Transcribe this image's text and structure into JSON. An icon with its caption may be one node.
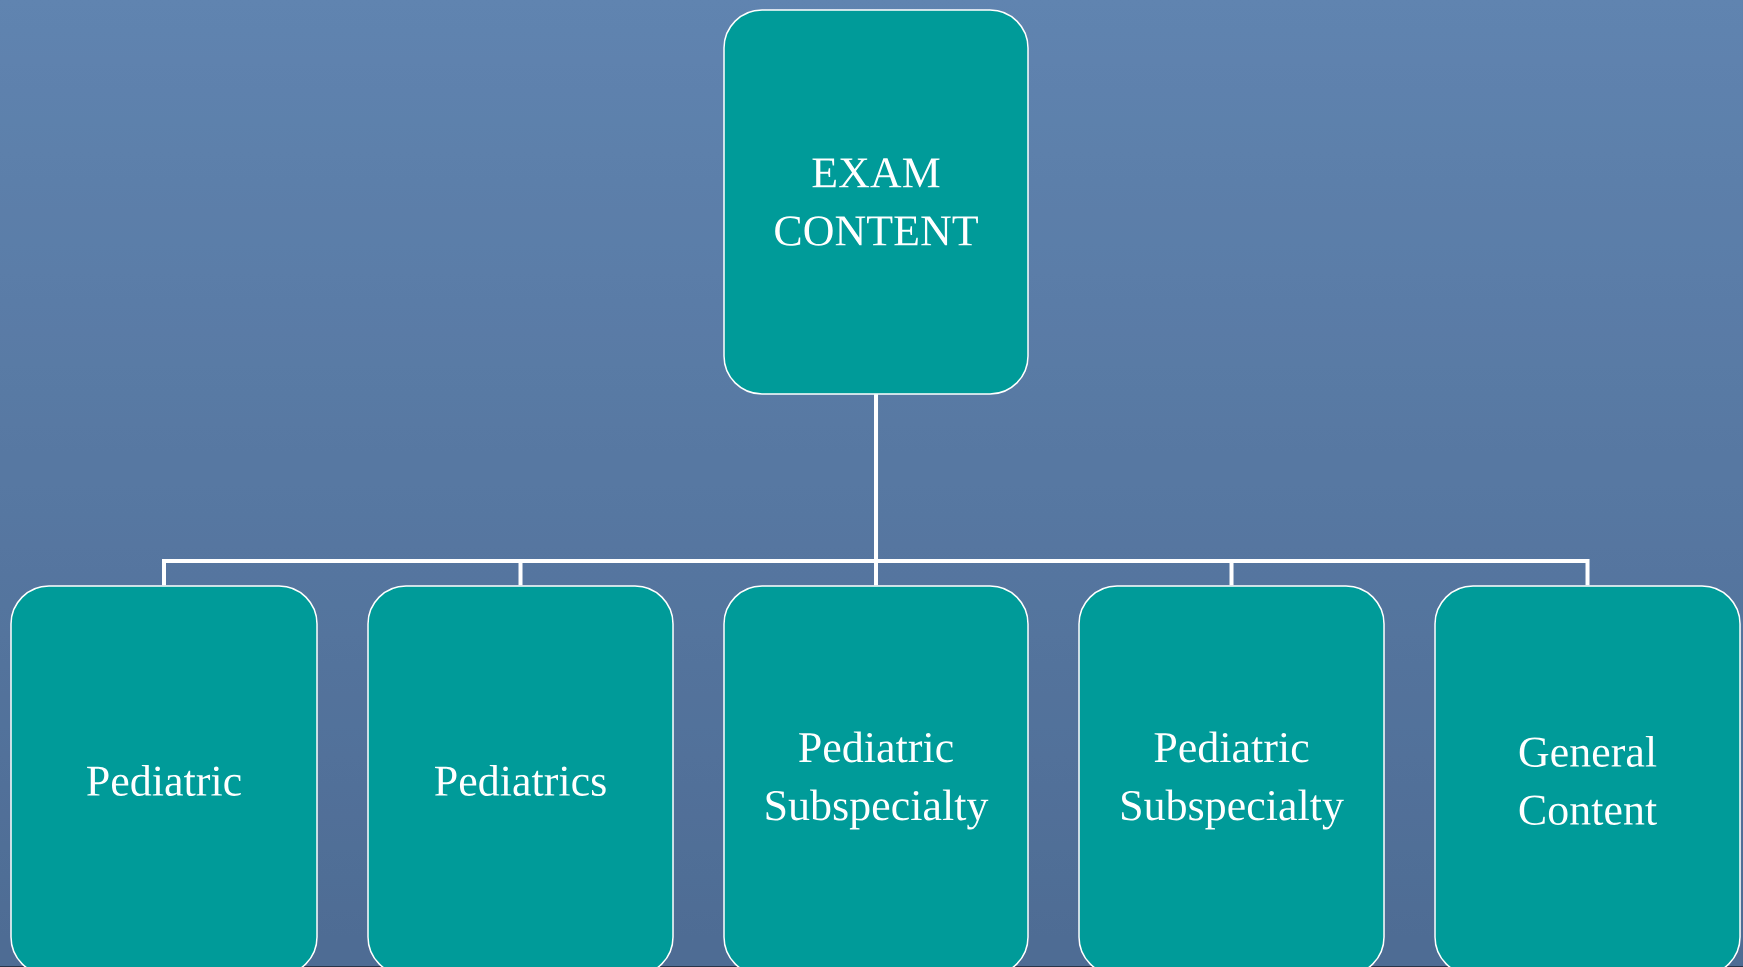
{
  "diagram": {
    "nodes": [
      {
        "text": [
          "EXAM CONTENT"
        ]
      },
      {
        "text": [
          "Pediatric"
        ]
      },
      {
        "text": [
          "Pediatrics"
        ]
      },
      {
        "text": [
          "Pediatric Subspecialty"
        ]
      },
      {
        "text": [
          "Pediatric Subspecialty"
        ]
      },
      {
        "text": [
          "General Content"
        ]
      }
    ],
    "edges": [
      {
        "from": 0,
        "to": 1,
        "arrow": "none"
      },
      {
        "from": 0,
        "to": 2,
        "arrow": "none"
      },
      {
        "from": 0,
        "to": 3,
        "arrow": "none"
      },
      {
        "from": 0,
        "to": 4,
        "arrow": "none"
      },
      {
        "from": 0,
        "to": 5,
        "arrow": "none"
      }
    ]
  }
}
